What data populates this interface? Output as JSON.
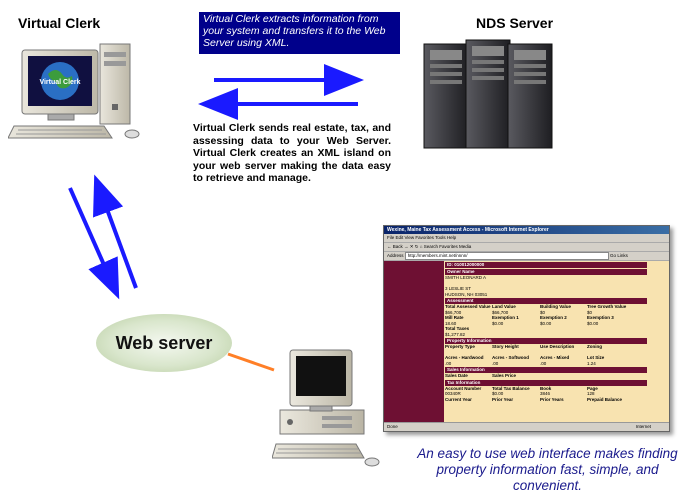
{
  "labels": {
    "virtual_clerk": "Virtual Clerk",
    "nds_server": "NDS Server",
    "web_server": "Web server",
    "monitor_screen": "Virtual Clerk"
  },
  "caption_box": "Virtual Clerk extracts information from your system and transfers it to the Web Server using XML.",
  "description": "Virtual Clerk sends real estate, tax, and assessing data to your Web Server. Virtual Clerk creates an XML island on your web server making the data easy to retrieve and manage.",
  "bottom_caption": "An easy to use web interface makes finding property information fast, simple, and convenient.",
  "colors": {
    "arrow": "#1a1aff",
    "connector": "#ff7f27",
    "caption_bg": "#00008b",
    "maroon": "#6e1033"
  },
  "browser": {
    "title": "Wexine, Maine Tax Assessment Access - Microsoft Internet Explorer",
    "menu": "File   Edit   View   Favorites   Tools   Help",
    "toolbar": "← Back  →  ✕  ↻  ⌂   Search   Favorites   Media",
    "address_label": "Address",
    "address": "http://members.mint.net/nnnn/",
    "go": "Go",
    "links": "Links",
    "status": "Done",
    "status_zone": "Internet",
    "id_line": "ID: 010012000000",
    "owner_header": "Owner Name",
    "owner_name": "SMITH LEONARD A",
    "address1": "3 LESLIE ST",
    "address2": "HUDSON, NH 03051",
    "assessment_header": "Assessment",
    "assess_cols": [
      "Total Assessed Value",
      "Land Value",
      "Building Value",
      "Tree Growth Value"
    ],
    "assess_vals": [
      "$66,700",
      "$66,700",
      "$0",
      "$0"
    ],
    "mill_cols": [
      "Mill Rate",
      "Exemption 1",
      "Exemption 2",
      "Exemption 3"
    ],
    "mill_vals": [
      "18.60",
      "$0.00",
      "$0.00",
      "$0.00"
    ],
    "total_taxes_label": "Total Taxes",
    "total_taxes": "$1,277.82",
    "property_header": "Property Information",
    "prop_cols": [
      "Property Type",
      "Story Height",
      "Use Description",
      "Zoning"
    ],
    "acres_cols": [
      "Acres - Hardwood",
      "Acres - Softwood",
      "Acres - Mixed",
      "Lot Size"
    ],
    "acres_vals": [
      ".00",
      ".00",
      ".00",
      "1.24"
    ],
    "sales_header": "Sales Information",
    "sales_cols": [
      "Sales Date",
      "Sales Price"
    ],
    "tax_header": "Tax Information",
    "tax_cols": [
      "Account Number",
      "Total Tax Balance",
      "Book",
      "Page"
    ],
    "tax_vals": [
      "00340R",
      "$0.00",
      "3846",
      "128"
    ],
    "year_cols": [
      "Current Year",
      "Prior Year",
      "Prior Years",
      "Prepaid Balance"
    ]
  }
}
